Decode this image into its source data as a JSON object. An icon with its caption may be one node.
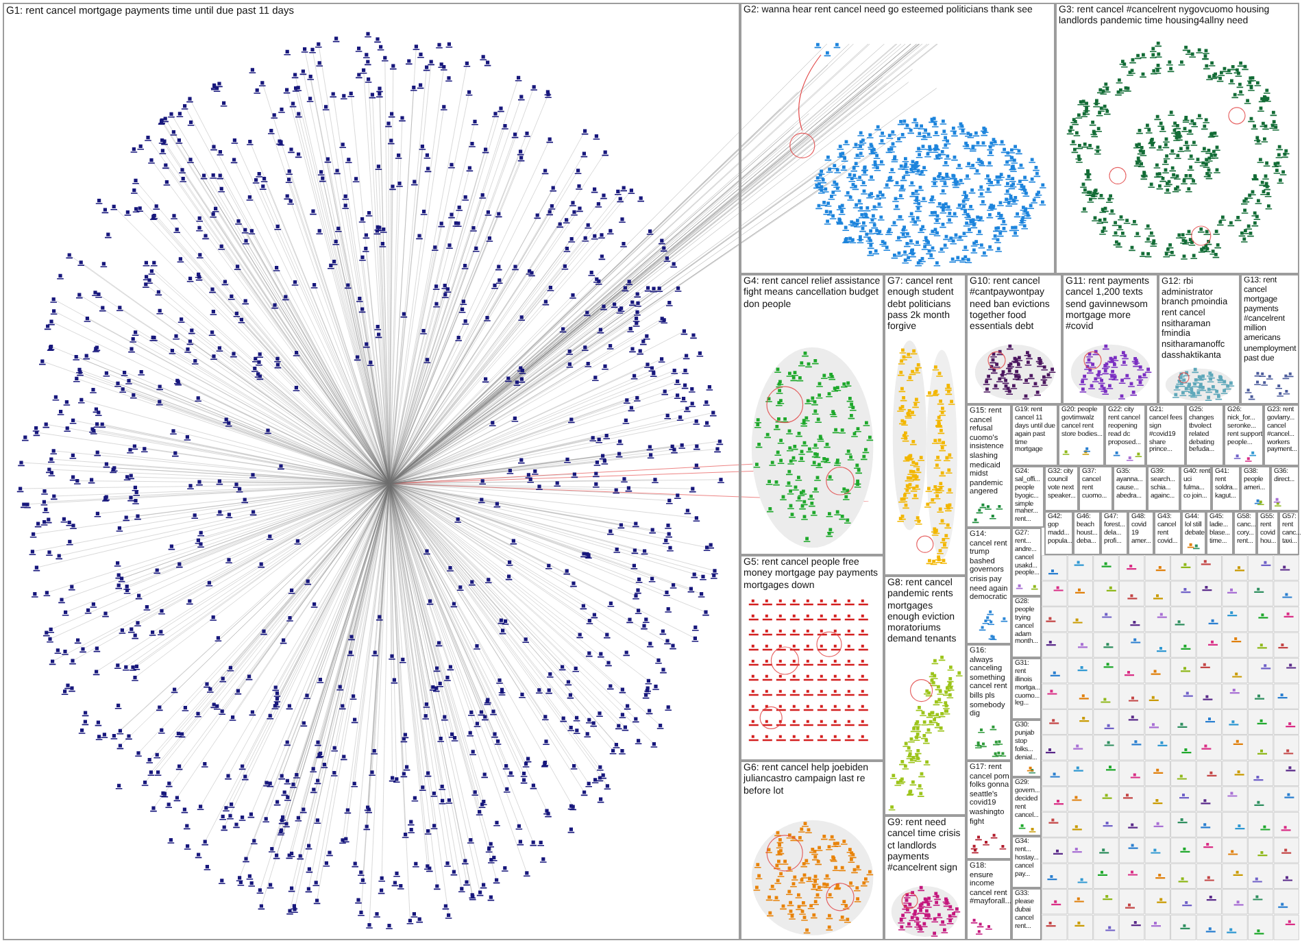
{
  "diagram": {
    "nodes": [
      {
        "text": [
          "G1: rent cancel mortgage payments time until due past 11 days"
        ]
      },
      {
        "text": [
          "G2: wanna hear rent cancel need go esteemed politicians thank see"
        ]
      },
      {
        "text": [
          "G3: rent cancel #cancelrent nygovcuomo housing landlords pandemic time housing4allny need"
        ]
      },
      {
        "text": [
          "G4: rent cancel relief assistance fight means cancellation budget don people"
        ]
      },
      {
        "text": [
          "G7: cancel rent enough student debt politicians pass 2k month forgive"
        ]
      },
      {
        "text": [
          "G10: rent cancel #cantpaywontpay need ban evictions together food essentials debt"
        ]
      },
      {
        "text": [
          "G11: rent payments cancel 1,200 texts send gavinnewsom mortgage more #covid"
        ]
      },
      {
        "text": [
          "G12: rbi administrator branch pmoindia rent cancel nsitharaman fmindia nsitharamanoffc dasshaktikanta"
        ]
      },
      {
        "text": [
          "G13: rent cancel mortgage payments #cancelrent million americans unemployment past due"
        ]
      },
      {
        "text": [
          "G15: rent cancel refusal cuomo's insistence slashing medicaid midst pandemic angered"
        ]
      },
      {
        "text": [
          "G19: rent cancel 11 days until due again past time mortgage"
        ]
      },
      {
        "text": [
          "G20: people govtimwalz cancel rent store bodies..."
        ]
      },
      {
        "text": [
          "G22: city rent cancel reopening read dc proposed..."
        ]
      },
      {
        "text": [
          "G21: cancel fees sign #covid19 share prince..."
        ]
      },
      {
        "text": [
          "G25: changes tbvolect related debating befuda..."
        ]
      },
      {
        "text": [
          "G26: nick_for... seronke... rent support people..."
        ]
      },
      {
        "text": [
          "G23: rent govlarry... cancel #cancel... workers payment..."
        ]
      },
      {
        "text": [
          "G24: sal_offi... people byogic... simple maher... rent..."
        ]
      },
      {
        "text": [
          "G32: city council vote next speaker..."
        ]
      },
      {
        "text": [
          "G37: cancel rent cuomo..."
        ]
      },
      {
        "text": [
          "G35: ayanna... cause... abedra..."
        ]
      },
      {
        "text": [
          "G39: search... schia... againc..."
        ]
      },
      {
        "text": [
          "G40: rent uci fulma... co join..."
        ]
      },
      {
        "text": [
          "G41: rent soldra... kagut..."
        ]
      },
      {
        "text": [
          "G38: people ameri..."
        ]
      },
      {
        "text": [
          "G36: direct..."
        ]
      },
      {
        "text": [
          "G42: gop madd... popula..."
        ]
      },
      {
        "text": [
          "G46: beach houst... deba..."
        ]
      },
      {
        "text": [
          "G47: forest... dela... profi..."
        ]
      },
      {
        "text": [
          "G48: covid 19 amer..."
        ]
      },
      {
        "text": [
          "G43: cancel rent covid..."
        ]
      },
      {
        "text": [
          "G44: lol still debate"
        ]
      },
      {
        "text": [
          "G45: ladie... blase... time..."
        ]
      },
      {
        "text": [
          "G58: canc... cory... rent..."
        ]
      },
      {
        "text": [
          "G55: rent covid hou..."
        ]
      },
      {
        "text": [
          "G57: rent canc... taxi..."
        ]
      },
      {
        "text": [
          "G14: cancel rent trump bashed governors crisis pay need again democratic"
        ]
      },
      {
        "text": [
          "G27: rent... andre... cancel usakd... people..."
        ]
      },
      {
        "text": [
          "G5: rent cancel people free money mortgage pay payments mortgages down"
        ]
      },
      {
        "text": [
          "G8: rent cancel pandemic rents mortgages enough eviction moratoriums demand tenants"
        ]
      },
      {
        "text": [
          "G28: people trying cancel adam month..."
        ]
      },
      {
        "text": [
          "G16: always canceling something cancel rent bills pls somebody dig"
        ]
      },
      {
        "text": [
          "G31: rent illinois mortga... cuomo... leg..."
        ]
      },
      {
        "text": [
          "G30: punjab stop folks... denial..."
        ]
      },
      {
        "text": [
          "G6: rent cancel help joebiden juliancastro campaign last re before lot"
        ]
      },
      {
        "text": [
          "G17: rent cancel porn folks gonna seattle's covid19 washingto fight"
        ]
      },
      {
        "text": [
          "G29: govern... decided rent cancel..."
        ]
      },
      {
        "text": [
          "G9: rent need cancel time crisis ct landlords payments #cancelrent sign"
        ]
      },
      {
        "text": [
          "G34: rent... hostay... cancel pay..."
        ]
      },
      {
        "text": [
          "G18: ensure income cancel rent #mayforall..."
        ]
      },
      {
        "text": [
          "G33: please dubai cancel rent..."
        ]
      }
    ]
  }
}
